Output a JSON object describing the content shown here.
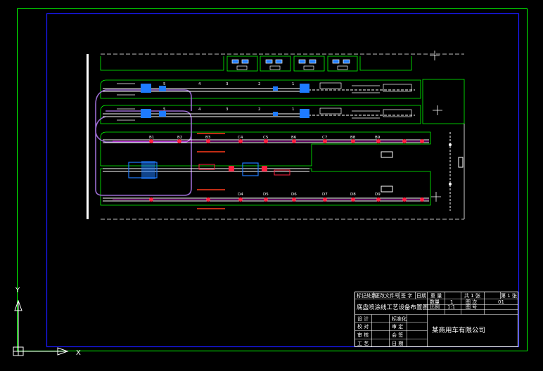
{
  "drawing": {
    "colors": {
      "background": "#000000",
      "outer_border": "#00ff00",
      "inner_border": "#1a1aff",
      "lines": "#00ff00",
      "conveyor": "#ffffff",
      "loop": "#9a6bd1",
      "equipment": "#ff00ff",
      "station": "#ff2040",
      "device": "#1e7bff",
      "accent": "#ff3b1a"
    },
    "line1_labels": [
      "5",
      "4",
      "3",
      "2",
      "1"
    ],
    "line2_labels": [
      "5",
      "4",
      "3",
      "2",
      "1"
    ],
    "station_labels_upper": [
      "B1",
      "B2",
      "B3",
      "C4",
      "C5",
      "B6",
      "C7",
      "B8",
      "B9"
    ],
    "station_labels_lower": [
      "D4",
      "D5",
      "D6",
      "D7",
      "D8",
      "D9"
    ]
  },
  "title_block": {
    "header": [
      "标记处数",
      "更改文件号",
      "签 字",
      "日期",
      "重 量",
      "共 1 张",
      "第 1 张"
    ],
    "drawing_title": "底盘喷涂线工艺设备布置图",
    "qty_label": "数量",
    "qty_value": "1",
    "sheet_label": "图 次",
    "sheet_value": "01",
    "scale_label": "比例",
    "scale_value": "1:1",
    "code_label": "图 号",
    "roles_left": [
      "设 计",
      "校 对",
      "审 核",
      "工 艺"
    ],
    "roles_right": [
      "标准化",
      "审 定",
      "会 签",
      "日 期"
    ],
    "company": "某商用车有限公司"
  },
  "ucs": {
    "x_label": "X",
    "y_label": "Y"
  }
}
